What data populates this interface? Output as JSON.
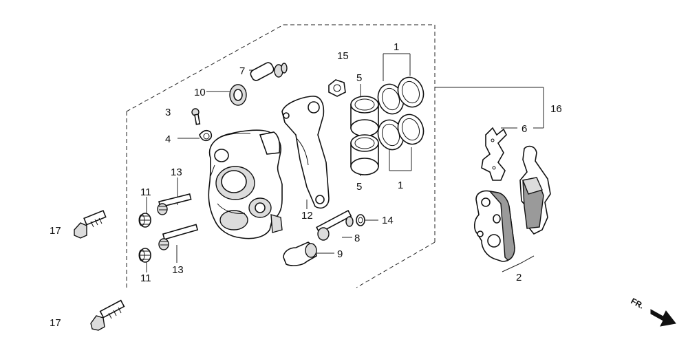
{
  "callouts": [
    {
      "id": "c1a",
      "text": "1"
    },
    {
      "id": "c1b",
      "text": "1"
    },
    {
      "id": "c2",
      "text": "2"
    },
    {
      "id": "c3",
      "text": "3"
    },
    {
      "id": "c4",
      "text": "4"
    },
    {
      "id": "c5a",
      "text": "5"
    },
    {
      "id": "c5b",
      "text": "5"
    },
    {
      "id": "c6",
      "text": "6"
    },
    {
      "id": "c7",
      "text": "7"
    },
    {
      "id": "c8",
      "text": "8"
    },
    {
      "id": "c9",
      "text": "9"
    },
    {
      "id": "c10",
      "text": "10"
    },
    {
      "id": "c11a",
      "text": "11"
    },
    {
      "id": "c11b",
      "text": "11"
    },
    {
      "id": "c12",
      "text": "12"
    },
    {
      "id": "c13a",
      "text": "13"
    },
    {
      "id": "c13b",
      "text": "13"
    },
    {
      "id": "c14",
      "text": "14"
    },
    {
      "id": "c15",
      "text": "15"
    },
    {
      "id": "c16",
      "text": "16"
    },
    {
      "id": "c17a",
      "text": "17"
    },
    {
      "id": "c17b",
      "text": "17"
    }
  ],
  "direction_marker": {
    "text": "FR.",
    "icon": "front-direction-arrow-icon"
  }
}
